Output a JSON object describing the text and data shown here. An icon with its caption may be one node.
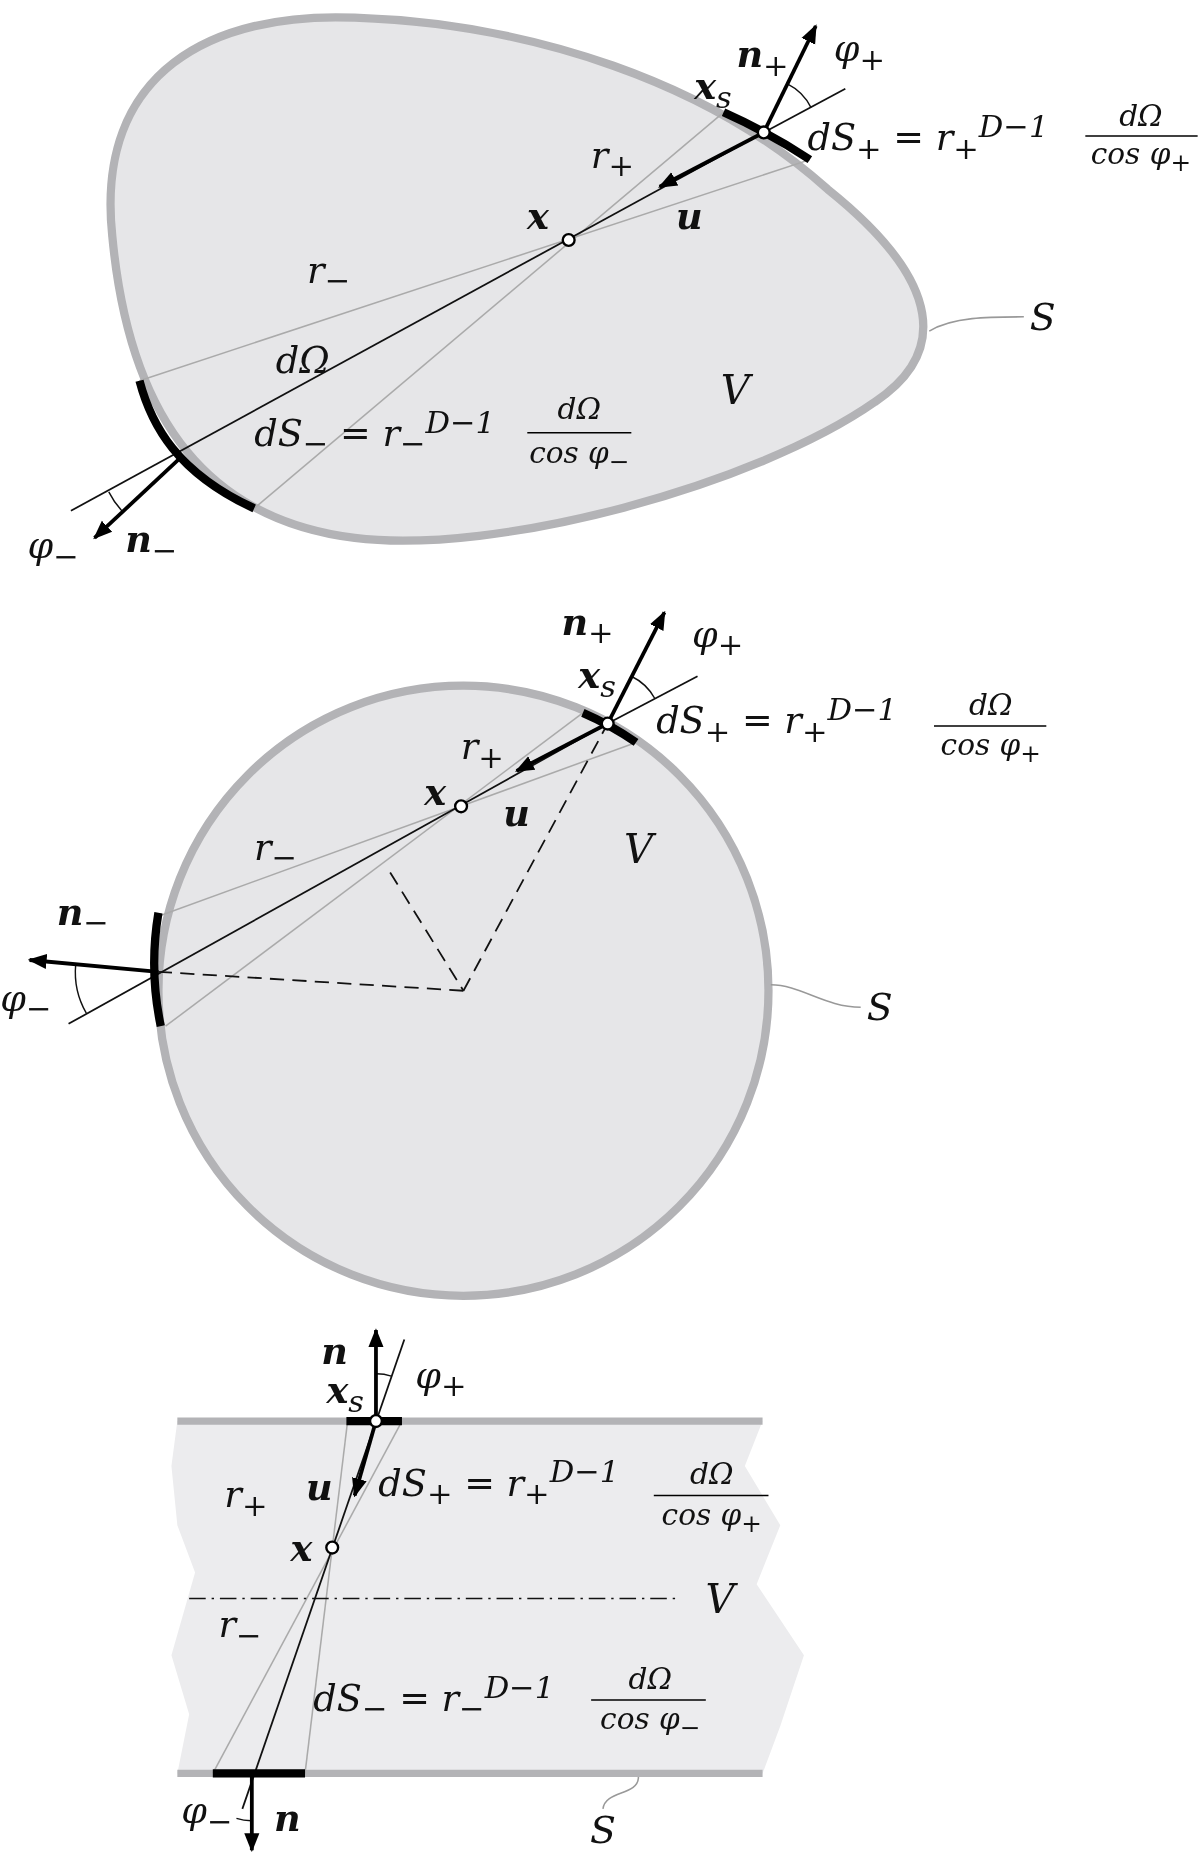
{
  "diagram": {
    "nodes": [
      {
        "text": [
          "V"
        ]
      },
      {
        "text": [
          "S"
        ]
      },
      {
        "text": [
          "V"
        ]
      },
      {
        "text": [
          "S"
        ]
      },
      {
        "text": [
          "V"
        ]
      },
      {
        "text": [
          "S"
        ]
      }
    ],
    "edges": [
      {
        "from": 1,
        "to": 0,
        "arrow": "none"
      },
      {
        "from": 3,
        "to": 2,
        "arrow": "none"
      },
      {
        "from": 5,
        "to": 4,
        "arrow": "none"
      }
    ],
    "labels": [
      "**n**$_{+}$",
      "φ$_{+}$",
      "**x**$_{s}$",
      "dS$_{+}$ = r$_{+}$$^{D−1}$",
      "dΩ",
      "cos φ$_{+}$",
      "r$_{+}$",
      "**x**",
      "**u**",
      "r$_{−}$",
      "dΩ",
      "dS$_{−}$ = r$_{−}$$^{D−1}$",
      "dΩ",
      "cos φ$_{−}$",
      "φ$_{−}$",
      "**n**$_{−}$",
      "**n**$_{+}$",
      "φ$_{+}$",
      "**x**$_{s}$",
      "dS$_{+}$ = r$_{+}$$^{D−1}$",
      "dΩ",
      "cos φ$_{+}$",
      "r$_{+}$",
      "**x**",
      "**u**",
      "r$_{−}$",
      "**n**$_{−}$",
      "φ$_{−}$",
      "**n**",
      "**x**$_{s}$",
      "φ$_{+}$",
      "**u**",
      "r$_{+}$",
      "dS$_{+}$ = r$_{+}$$^{D−1}$",
      "dΩ",
      "cos φ$_{+}$",
      "**x**",
      "r$_{−}$",
      "dS$_{−}$ = r$_{−}$$^{D−1}$",
      "dΩ",
      "cos φ$_{−}$",
      "φ$_{−}$",
      "**n**"
    ]
  }
}
